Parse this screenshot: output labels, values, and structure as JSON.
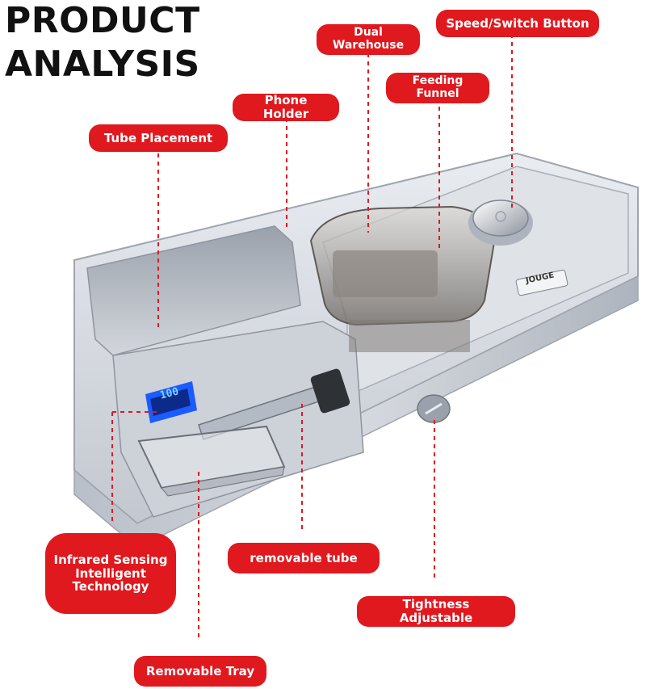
{
  "title": {
    "line1": "PRODUCT",
    "line2": "ANALYSIS"
  },
  "labels": {
    "speed_switch": "Speed/Switch Button",
    "dual_warehouse": "Dual Warehouse",
    "feeding_funnel": "Feeding Funnel",
    "phone_holder": "Phone Holder",
    "tube_placement": "Tube Placement",
    "infrared": "Infrared Sensing Intelligent Technology",
    "removable_tube": "removable tube",
    "tightness": "Tightness Adjustable",
    "removable_tray": "Removable Tray"
  },
  "device": {
    "brand": "JOUGE",
    "display_value": "100"
  },
  "colors": {
    "accent": "#e0191f",
    "body": "#c9ced6",
    "display": "#1a5cff"
  }
}
